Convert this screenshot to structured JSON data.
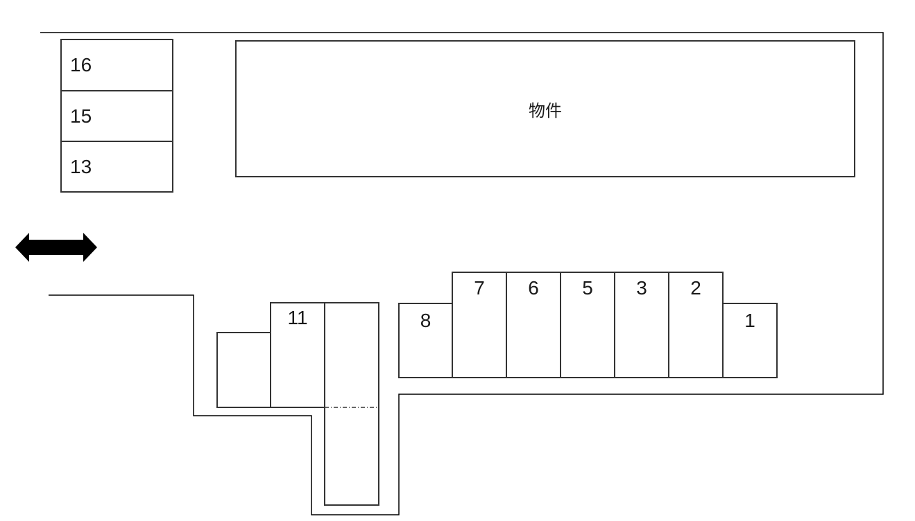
{
  "building": {
    "label": "物件"
  },
  "left_column_spaces": [
    {
      "label": "16"
    },
    {
      "label": "15"
    },
    {
      "label": "13"
    }
  ],
  "middle_spaces": [
    {
      "label": "11"
    }
  ],
  "row_spaces": [
    {
      "label": "8"
    },
    {
      "label": "7"
    },
    {
      "label": "6"
    },
    {
      "label": "5"
    },
    {
      "label": "3"
    },
    {
      "label": "2"
    },
    {
      "label": "1"
    }
  ],
  "icons": {
    "road_arrow": "double-headed-horizontal-arrow"
  },
  "colors": {
    "boundary_line": "#000000",
    "box_stroke": "#333333",
    "text": "#1a1a1a",
    "background": "#ffffff"
  }
}
